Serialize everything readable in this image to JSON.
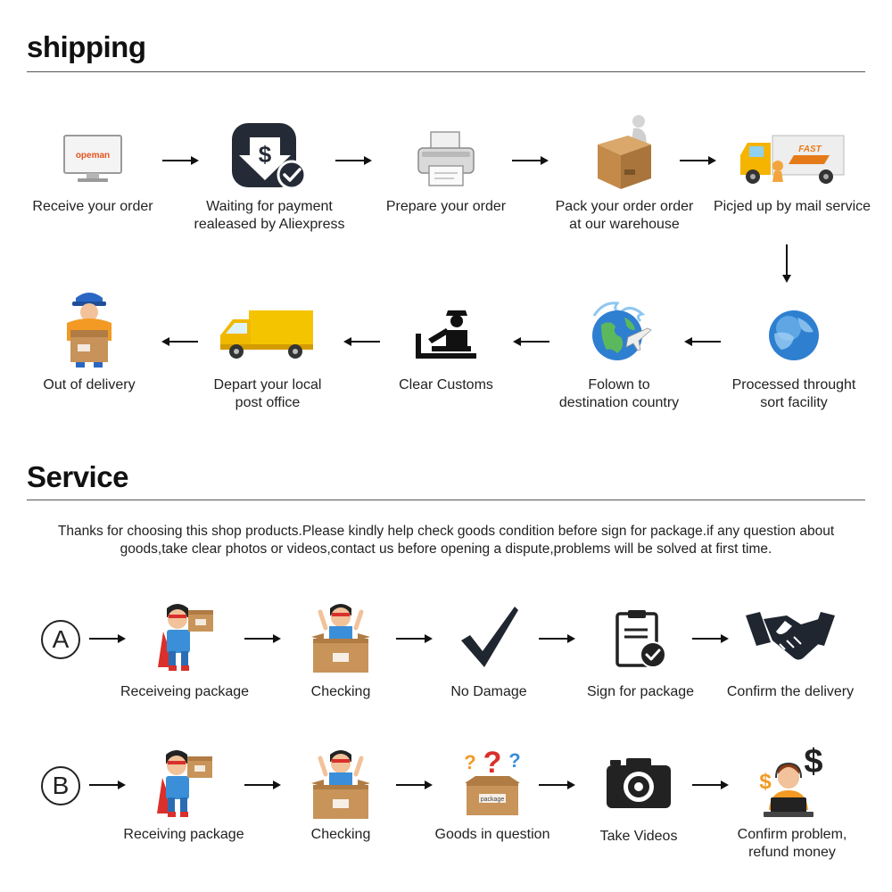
{
  "shipping": {
    "title": "shipping",
    "row1": [
      {
        "label": "Receive your order",
        "icon": "monitor-icon",
        "screen_text": "opeman"
      },
      {
        "label": "Waiting for payment\nrealeased by Aliexpress",
        "icon": "payment-dollar-icon"
      },
      {
        "label": "Prepare your order",
        "icon": "printer-icon"
      },
      {
        "label": "Pack your order order\nat our warehouse",
        "icon": "package-carrier-icon"
      },
      {
        "label": "Picjed up by mail service",
        "icon": "fast-truck-icon",
        "truck_text": "FAST"
      }
    ],
    "row2": [
      {
        "label": "Out of delivery",
        "icon": "delivery-person-icon"
      },
      {
        "label": "Depart your local\npost office",
        "icon": "yellow-van-icon"
      },
      {
        "label": "Clear Customs",
        "icon": "customs-officer-icon"
      },
      {
        "label": "Folown to\ndestination country",
        "icon": "globe-airplane-icon"
      },
      {
        "label": "Processed throught\nsort facility",
        "icon": "blue-globe-icon"
      }
    ]
  },
  "service": {
    "title": "Service",
    "description": "Thanks for choosing this shop products.Please kindly help check goods condition before sign for package.if any question about\ngoods,take clear photos or videos,contact us before opening a dispute,problems will be solved at first time.",
    "row_a": {
      "marker": "A",
      "steps": [
        {
          "label": "Receiveing package",
          "icon": "hero-carrying-box-icon"
        },
        {
          "label": "Checking",
          "icon": "hero-in-box-icon"
        },
        {
          "label": "No Damage",
          "icon": "checkmark-icon"
        },
        {
          "label": "Sign for package",
          "icon": "clipboard-check-icon"
        },
        {
          "label": "Confirm the delivery",
          "icon": "handshake-icon"
        }
      ]
    },
    "row_b": {
      "marker": "B",
      "steps": [
        {
          "label": "Receiving package",
          "icon": "hero-carrying-box-icon"
        },
        {
          "label": "Checking",
          "icon": "hero-in-box-icon"
        },
        {
          "label": "Goods in question",
          "icon": "question-box-icon",
          "box_text": "package"
        },
        {
          "label": "Take Videos",
          "icon": "camera-icon"
        },
        {
          "label": "Confirm problem,\nrefund money",
          "icon": "support-agent-dollar-icon"
        }
      ]
    }
  },
  "colors": {
    "text": "#222222",
    "box": "#c8945a",
    "hero_shirt": "#3a8fd8",
    "hero_cape": "#d9302b",
    "van_yellow": "#f5c400",
    "globe_blue": "#2f7fd0",
    "orange": "#f29a24"
  }
}
